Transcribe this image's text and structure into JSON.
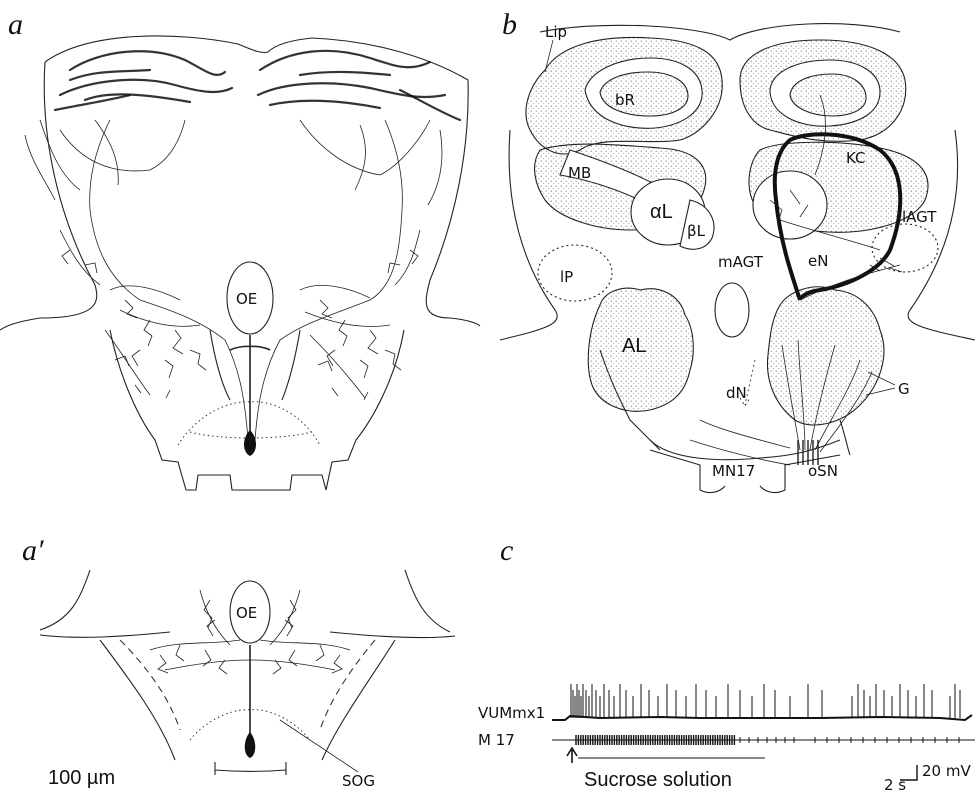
{
  "panels": {
    "a": {
      "letter": "a",
      "oe_label": "OE"
    },
    "a_prime": {
      "letter": "a′",
      "oe_label": "OE",
      "scale_label": "100 µm",
      "sog_label": "SOG"
    },
    "b": {
      "letter": "b",
      "labels": {
        "lip": "Lip",
        "br": "bR",
        "mb": "MB",
        "kc": "KC",
        "alpha_l": "αL",
        "beta_l": "βL",
        "lagt": "lAGT",
        "ip": "lP",
        "magt": "mAGT",
        "en": "eN",
        "al": "AL",
        "dn": "dN",
        "g": "G",
        "mn17": "MN17",
        "osn": "oSN"
      }
    },
    "c": {
      "letter": "c",
      "trace1_label": "VUMmx1",
      "trace2_label": "M 17",
      "stimulus_label": "Sucrose solution",
      "scale_v": "20 mV",
      "scale_t": "2 s"
    }
  }
}
